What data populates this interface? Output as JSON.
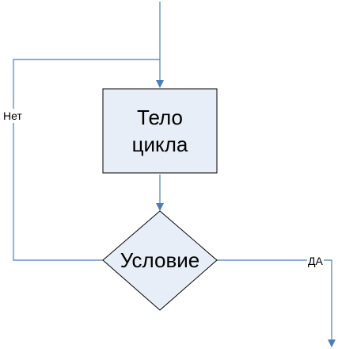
{
  "diagram": {
    "loop_body": "Тело\nцикла",
    "condition": "Условие",
    "branch_no": "Нет",
    "branch_yes": "ДА"
  },
  "colors": {
    "shape_fill": "#E8EEF8",
    "shape_stroke": "#000000",
    "connector": "#4A7EBB"
  }
}
